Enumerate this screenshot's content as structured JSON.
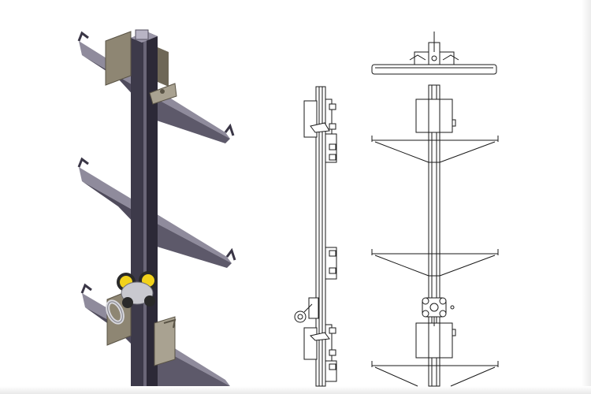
{
  "figure": {
    "views": [
      {
        "id": "isometric",
        "style": "shaded-3d"
      },
      {
        "id": "side",
        "style": "line-drawing"
      },
      {
        "id": "front",
        "style": "line-drawing"
      }
    ],
    "colors": {
      "mast": "#3d3a4a",
      "mast_highlight": "#6a6678",
      "rung": "#8f8b9c",
      "rung_dark": "#4f4b5c",
      "bracket": "#8e8673",
      "bracket_dark": "#6e6757",
      "device_yellow": "#f2d21b",
      "device_metal": "#c9c9cf",
      "line": "#1a1a1a",
      "background": "#ffffff"
    }
  }
}
